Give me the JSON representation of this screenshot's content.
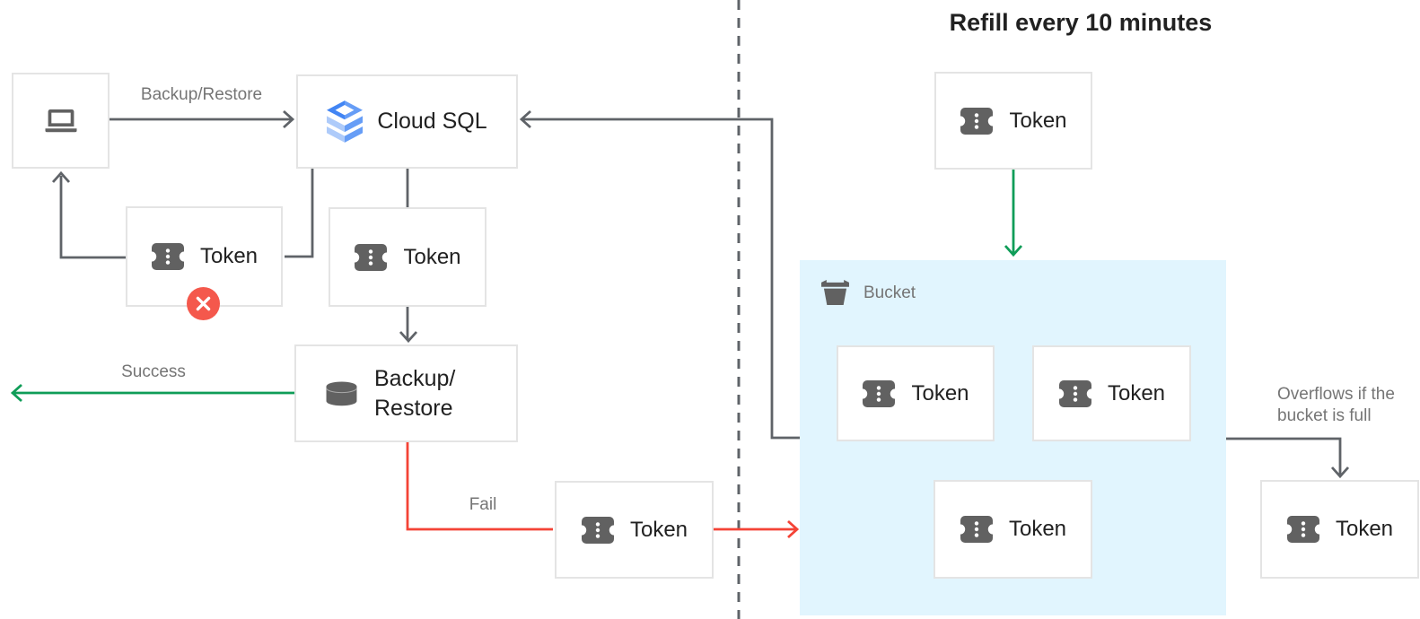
{
  "title": "Refill every 10 minutes",
  "nodes": {
    "cloud_sql_label": "Cloud SQL",
    "token_label": "Token",
    "backup_line1": "Backup/",
    "backup_line2": "Restore",
    "bucket_label": "Bucket"
  },
  "edges": {
    "backup_restore": "Backup/Restore",
    "success": "Success",
    "fail": "Fail",
    "overflow_line1": "Overflows if the",
    "overflow_line2": "bucket is full"
  },
  "icons": {
    "laptop": "laptop-icon",
    "cloud_sql": "cloud-sql-icon",
    "token": "token-icon",
    "database": "database-icon",
    "bucket": "bucket-icon",
    "error": "error-x-icon"
  },
  "colors": {
    "line_dark": "#5f6368",
    "green": "#0f9d58",
    "red": "#f44336",
    "badge_red": "#f4584c",
    "bucket_fill": "#e1f5fe",
    "box_border": "#e4e4e4",
    "text_dark": "#212121",
    "text_gray": "#757575",
    "icon_gray": "#616161",
    "cloud_sql_blue_dark": "#4285f4",
    "cloud_sql_blue_mid": "#669df6",
    "cloud_sql_blue_light": "#aecbfa"
  }
}
